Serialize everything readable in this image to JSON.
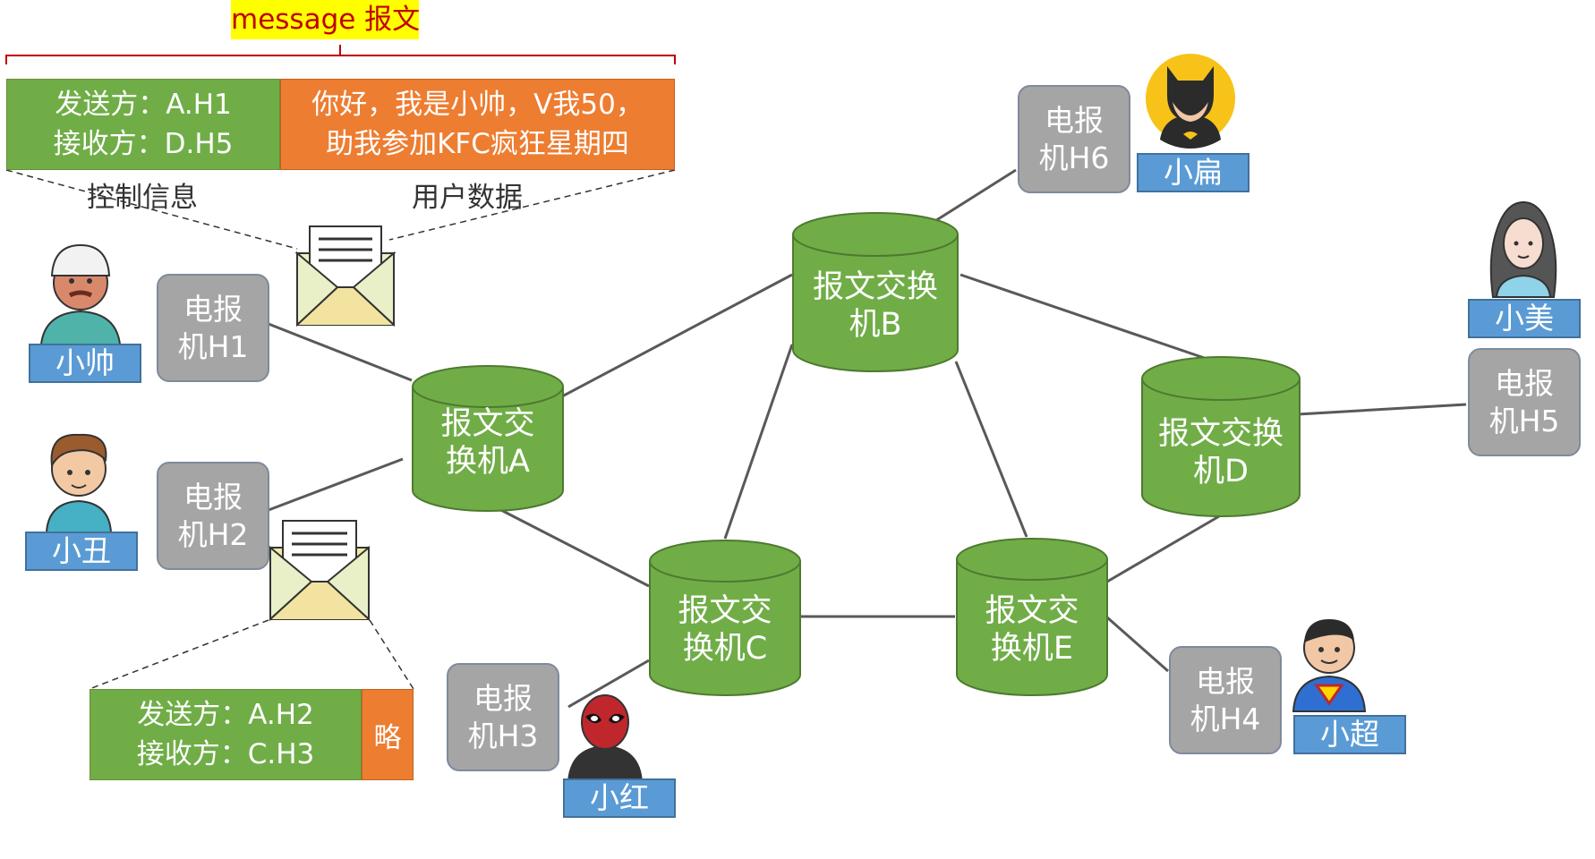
{
  "title": "message 报文",
  "message_top": {
    "control": "发送方：A.H1\n接收方：D.H5",
    "data": "你好，我是小帅，V我50，\n助我参加KFC疯狂星期四",
    "control_caption": "控制信息",
    "data_caption": "用户数据"
  },
  "message_bottom": {
    "control": "发送方：A.H2\n接收方：C.H3",
    "data": "略"
  },
  "telegraphs": {
    "h1": "电报\n机H1",
    "h2": "电报\n机H2",
    "h3": "电报\n机H3",
    "h4": "电报\n机H4",
    "h5": "电报\n机H5",
    "h6": "电报\n机H6"
  },
  "switches": {
    "a": "报文交\n换机A",
    "b": "报文交换\n机B",
    "c": "报文交\n换机C",
    "d": "报文交换\n机D",
    "e": "报文交\n换机E"
  },
  "people": {
    "p1": "小帅",
    "p2": "小丑",
    "p3": "小红",
    "p4": "小超",
    "p5": "小美",
    "p6": "小扁"
  },
  "icons": {
    "envelope": "envelope-icon",
    "switch": "cylinder-switch"
  },
  "colors": {
    "switch": "#70ad47",
    "switch_border": "#4e7a30",
    "telegraph": "#a5a5a5",
    "name_tag": "#5b9bd5",
    "control": "#70ad47",
    "data": "#ed7d31",
    "highlight": "#ffff00",
    "bracket": "#c00000"
  }
}
